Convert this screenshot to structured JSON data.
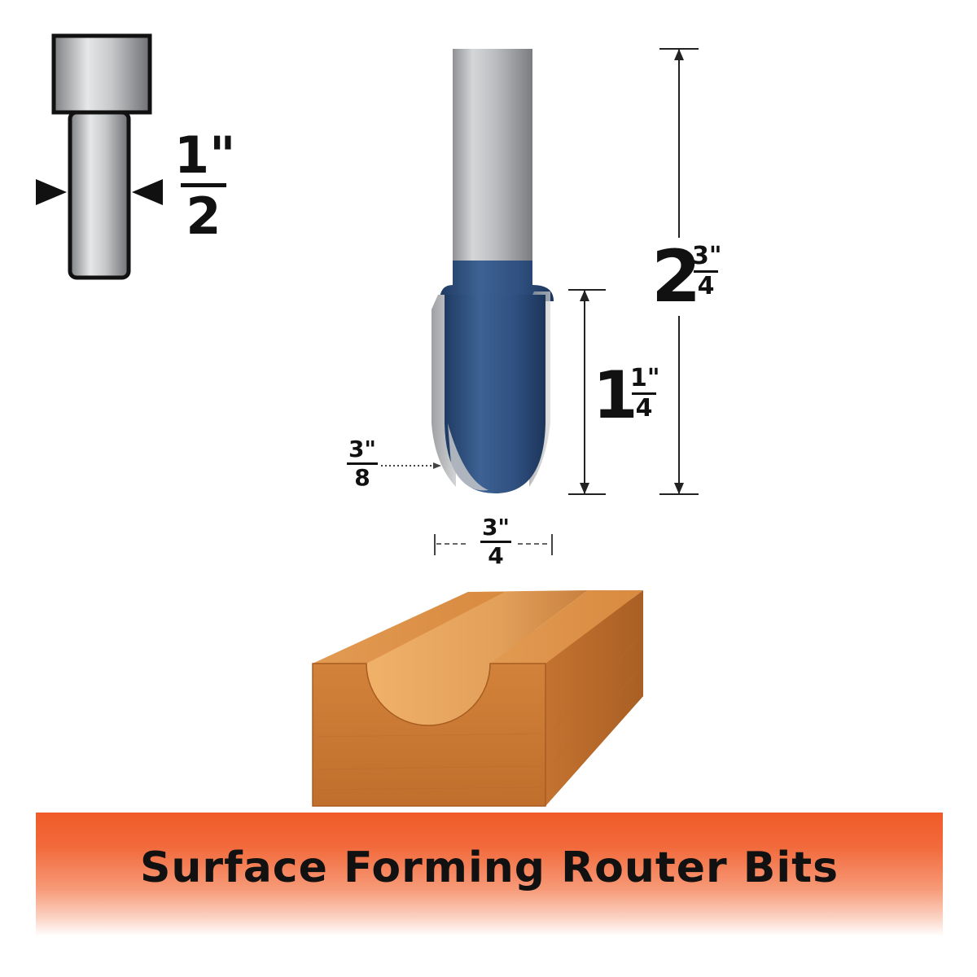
{
  "shank_diameter": {
    "numerator": "1\"",
    "denominator": "2"
  },
  "overall_length": {
    "whole": "2",
    "numerator": "3\"",
    "denominator": "4"
  },
  "cutting_length": {
    "whole": "1",
    "numerator": "1\"",
    "denominator": "4"
  },
  "radius": {
    "numerator": "3\"",
    "denominator": "8"
  },
  "cutting_diameter": {
    "numerator": "3\"",
    "denominator": "4"
  },
  "banner": {
    "title": "Surface Forming Router Bits"
  },
  "colors": {
    "bit_blue": "#2f4f7c",
    "shank_gray": "#b7b9bc",
    "wood": "#d98a3e",
    "banner_orange": "#f05a28"
  },
  "icons": [
    "shank-icon",
    "router-bit-illustration",
    "wood-groove-illustration"
  ]
}
